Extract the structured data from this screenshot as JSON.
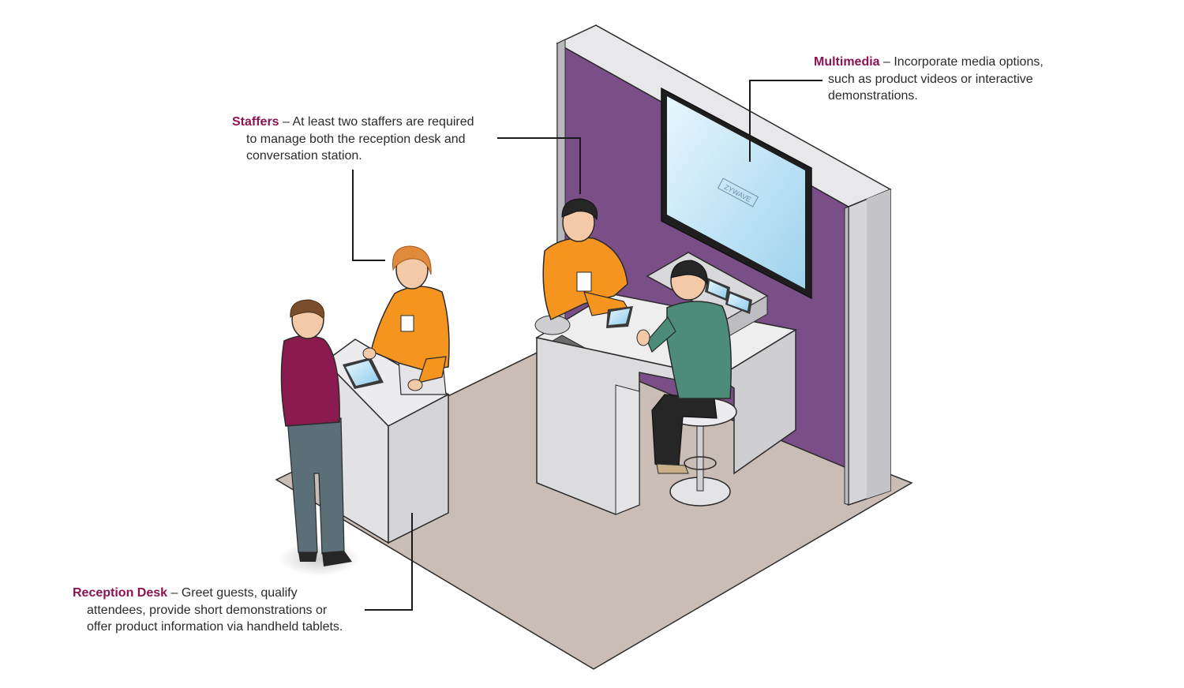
{
  "callouts": {
    "multimedia": {
      "term": "Multimedia",
      "line1": " – Incorporate media options,",
      "line2": "such as product videos or interactive",
      "line3": "demonstrations."
    },
    "staffers": {
      "term": "Staffers",
      "line1": " – At least two staffers are required",
      "line2": "to manage both the reception desk and",
      "line3": "conversation station."
    },
    "reception": {
      "term": "Reception Desk",
      "line1": " – Greet guests, qualify",
      "line2": "attendees, provide short demonstrations or",
      "line3": "offer product information via handheld tablets."
    }
  },
  "colors": {
    "term": "#8a1452",
    "wall": "#7a4e87",
    "floor": "#c9bdb5",
    "staffer_shirt": "#f5941e",
    "visitor_shirt": "#8b1a4e",
    "seated_shirt": "#4d8c78",
    "screen": "#bfe3f5"
  },
  "screen": {
    "logo_text": "ZYWAVE"
  }
}
